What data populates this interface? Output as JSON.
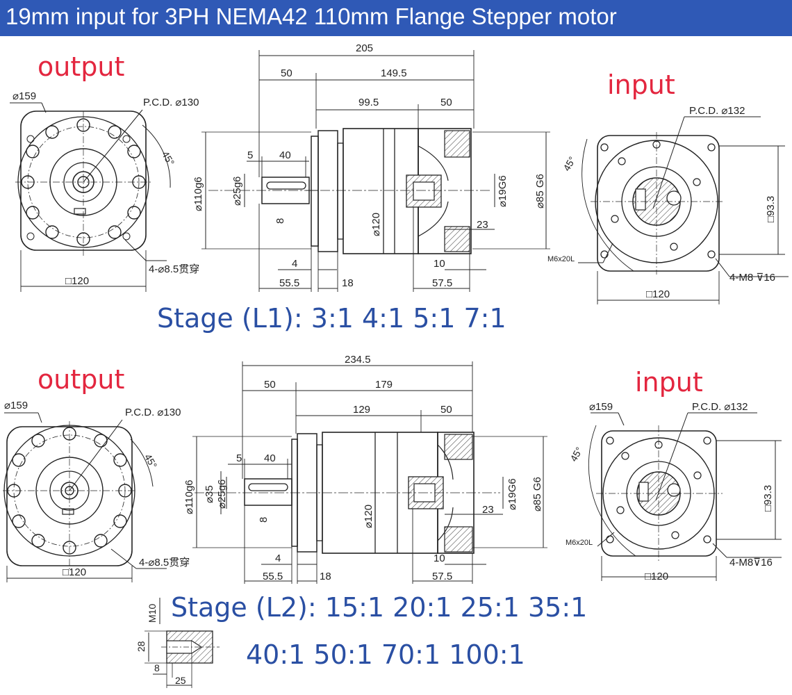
{
  "header": {
    "title": "19mm input for 3PH NEMA42 110mm Flange Stepper motor",
    "bg_color": "#2f59b6",
    "text_color": "#ffffff"
  },
  "colors": {
    "label_red": "#e3263f",
    "stage_blue": "#2a4fa3",
    "line": "#222222"
  },
  "stage1": {
    "output_label": "output",
    "input_label": "input",
    "stage_text": "Stage (L1):  3:1  4:1  5:1  7:1",
    "output_view": {
      "dia_outer": "⌀159",
      "pcd": "P.C.D. ⌀130",
      "angle": "45°",
      "holes": "4-⌀8.5贯穿",
      "square": "□120"
    },
    "side_view": {
      "total": "205",
      "d50": "50",
      "d149": "149.5",
      "d99": "99.5",
      "d50b": "50",
      "d5": "5",
      "d40": "40",
      "d110": "⌀110g6",
      "d25": "⌀25g6",
      "d8": "8",
      "d120": "⌀120",
      "d19": "⌀19G6",
      "d85": "⌀85 G6",
      "d23": "23",
      "d4": "4",
      "d10": "10",
      "d555": "55.5",
      "d18": "18",
      "d575": "57.5"
    },
    "input_view": {
      "pcd": "P.C.D. ⌀132",
      "angle": "45°",
      "d933": "□93.3",
      "m6": "M6x20L",
      "m8": "4-M8 ⊽16",
      "square": "□120"
    }
  },
  "stage2": {
    "output_label": "output",
    "input_label": "input",
    "stage_text": "Stage (L2):  15:1  20:1  25:1  35:1",
    "stage_text2": "40:1  50:1   70:1  100:1",
    "output_view": {
      "dia_outer": "⌀159",
      "pcd": "P.C.D. ⌀130",
      "angle": "45°",
      "holes": "4-⌀8.5贯穿",
      "square": "□120"
    },
    "side_view": {
      "total": "234.5",
      "d50": "50",
      "d179": "179",
      "d129": "129",
      "d50b": "50",
      "d5": "5",
      "d40": "40",
      "d110": "⌀110g6",
      "d35": "⌀35",
      "d25": "⌀25g6",
      "d8": "8",
      "d120": "⌀120",
      "d19": "⌀19G6",
      "d85": "⌀85 G6",
      "d23": "23",
      "d4": "4",
      "d10": "10",
      "d555": "55.5",
      "d18": "18",
      "d575": "57.5"
    },
    "input_view": {
      "dia_outer": "⌀159",
      "pcd": "P.C.D. ⌀132",
      "angle": "45°",
      "d933": "□93.3",
      "m6": "M6x20L",
      "m8": "4-M8⊽16",
      "square": "□120"
    },
    "thread_detail": {
      "m10": "M10",
      "d28": "28",
      "d8": "8",
      "d25": "25"
    }
  }
}
